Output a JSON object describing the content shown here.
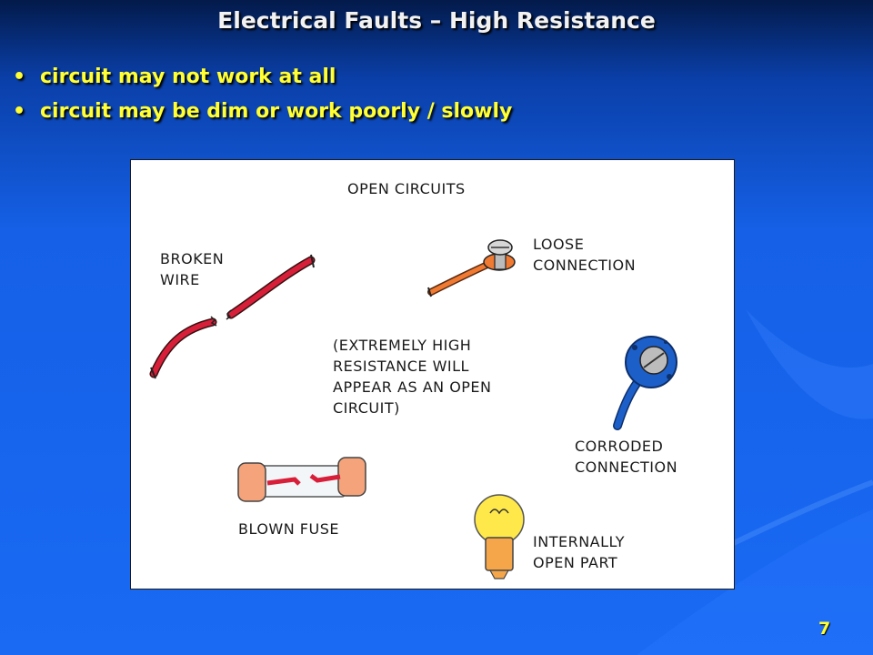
{
  "slide": {
    "title": "Electrical Faults – High Resistance",
    "bullets": [
      "circuit may not work at all",
      "circuit may be dim or work poorly / slowly"
    ],
    "page_number": "7"
  },
  "figure": {
    "heading": "OPEN CIRCUITS",
    "labels": {
      "broken_wire": "BROKEN\nWIRE",
      "loose_connection": "LOOSE\nCONNECTION",
      "note": "(EXTREMELY HIGH\nRESISTANCE WILL\nAPPEAR AS AN OPEN\nCIRCUIT)",
      "corroded_connection": "CORRODED\nCONNECTION",
      "blown_fuse": "BLOWN FUSE",
      "internally_open_part": "INTERNALLY\nOPEN PART"
    },
    "colors": {
      "wire_red": "#d81f3a",
      "wire_orange": "#f07a32",
      "wire_blue": "#1d5fc8",
      "fuse_cap": "#f5a37a",
      "bulb_yellow": "#ffe84a",
      "bulb_base": "#f6a64a"
    }
  }
}
